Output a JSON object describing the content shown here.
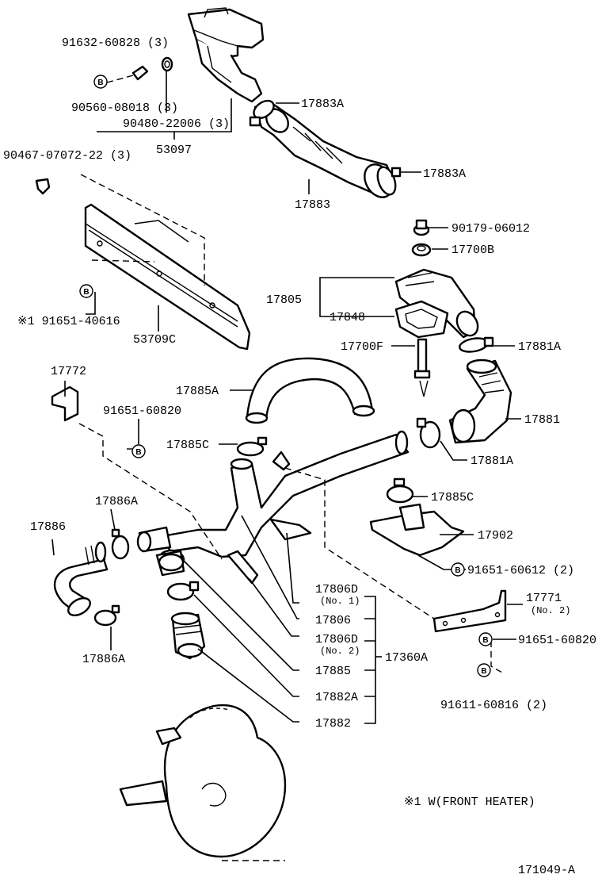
{
  "diagram": {
    "figure_id": "171049-A",
    "footnote": "※1 W(FRONT HEATER)",
    "callouts": {
      "p91632": "91632-60828 (3)",
      "p90560": "90560-08018 (3)",
      "p90480": "90480-22006 (3)",
      "p53097": "53097",
      "p90467": "90467-07072-22 (3)",
      "p17883A_a": "17883A",
      "p17883A_b": "17883A",
      "p17883": "17883",
      "p90179": "90179-06012",
      "p17700B": "17700B",
      "p17805": "17805",
      "p17848": "17848",
      "p17700F": "17700F",
      "p17881A_a": "17881A",
      "p17881": "17881",
      "p17881A_b": "17881A",
      "p91651_40616": "※1  91651-40616",
      "p53709C": "53709C",
      "p17772": "17772",
      "p17885A": "17885A",
      "p91651_60820a": "91651-60820",
      "p17885C_a": "17885C",
      "p17885C_b": "17885C",
      "p17902": "17902",
      "p91651_60612": "91651-60612 (2)",
      "p17886A_a": "17886A",
      "p17886": "17886",
      "p17886A_b": "17886A",
      "p17806D_1": "17806D",
      "p17806D_1_sub": "(No. 1)",
      "p17806": "17806",
      "p17806D_2": "17806D",
      "p17806D_2_sub": "(No. 2)",
      "p17885": "17885",
      "p17882A": "17882A",
      "p17882": "17882",
      "p17360A": "17360A",
      "p17771": "17771",
      "p17771_sub": "(No. 2)",
      "p91651_60820b": "91651-60820",
      "p91611": "91611-60816 (2)"
    },
    "bolt_marker_letter": "B"
  }
}
